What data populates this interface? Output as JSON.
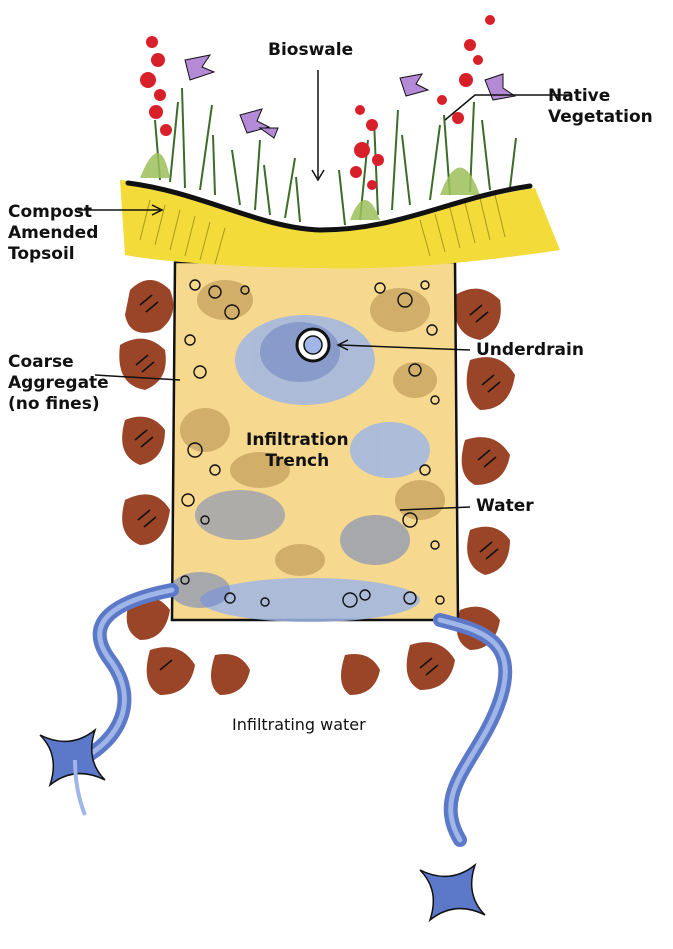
{
  "labels": {
    "bioswale": "Bioswale",
    "native_vegetation": [
      "Native",
      "Vegetation"
    ],
    "compost_topsoil": [
      "Compost",
      "Amended",
      "Topsoil"
    ],
    "underdrain": "Underdrain",
    "coarse_aggregate": [
      "Coarse",
      "Aggregate",
      "(no fines)"
    ],
    "infiltration_trench": [
      "Infiltration",
      "Trench"
    ],
    "water": "Water",
    "infiltrating_water": "Infiltrating water"
  },
  "colors": {
    "topsoil": "#f3dc3a",
    "trench_fill": "#f6d98e",
    "aggregate_tan": "#c9a460",
    "water_blue": "#5b78c9",
    "water_light": "#9fb6e6",
    "native_soil": "#9a4528",
    "flower_red": "#d8202a",
    "flower_purple": "#b48ad6",
    "grass": "#3c6b2a",
    "grass_light": "#9cc05a",
    "ink": "#111111"
  }
}
